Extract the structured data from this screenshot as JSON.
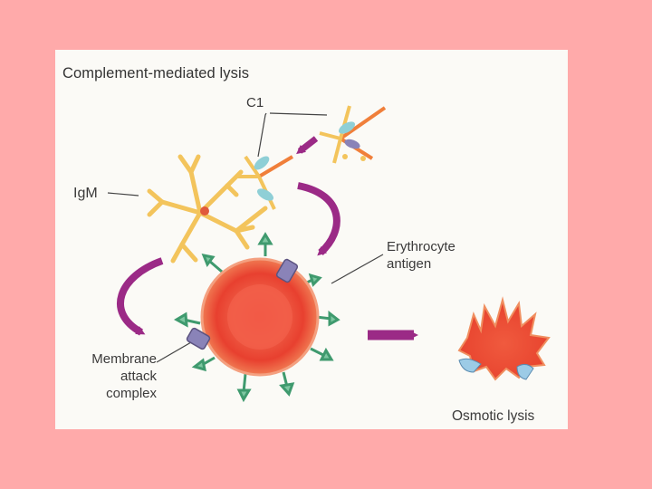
{
  "colors": {
    "background": "#ffaaaa",
    "panel": "#fbfaf6",
    "arrow": "#9b2a86",
    "cell": "#e23a2c",
    "antibody": "#f3c45c",
    "mac_channel": "#8a83b8",
    "spike": "#3f9a6e"
  },
  "diagram": {
    "title": "Complement-mediated lysis",
    "labels": {
      "c1": "C1",
      "igm": "IgM",
      "erythrocyte_antigen_line1": "Erythrocyte",
      "erythrocyte_antigen_line2": "antigen",
      "mac_line1": "Membrane",
      "mac_line2": "attack",
      "mac_line3": "complex",
      "osmotic_lysis": "Osmotic lysis"
    }
  }
}
